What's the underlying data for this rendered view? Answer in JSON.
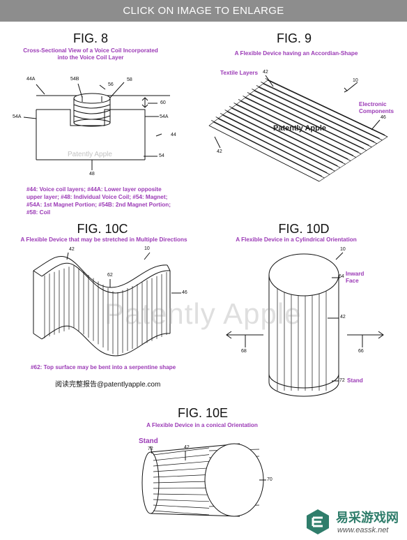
{
  "banner": "CLICK ON IMAGE TO ENLARGE",
  "fig8": {
    "title": "FIG. 8",
    "caption_line1": "Cross-Sectional View of a Voice Coil Incorporated",
    "caption_line2": "into the Voice Coil Layer",
    "labels": {
      "l44a_top": "44A",
      "l54b": "54B",
      "l56": "56",
      "l58": "58",
      "l60": "60",
      "l54a_left": "54A",
      "l54a_right": "54A",
      "l44": "44",
      "l54": "54",
      "l48": "48"
    },
    "watermark": "Patently Apple",
    "notes": [
      "#44: Voice coil layers; #44A: Lower layer opposite",
      "upper layer; #48: Individual Voice Coil; #54: Magnet;",
      "#54A: 1st Magnet Portion; #54B: 2nd Magnet Portion;",
      "#58: Coil"
    ]
  },
  "fig9": {
    "title": "FIG. 9",
    "caption": "A Flexible Device having an Accordian-Shape",
    "textile": "Textile Layers",
    "electronic_line1": "Electronic",
    "electronic_line2": "Components",
    "labels": {
      "l42_top": "42",
      "l10": "10",
      "l46": "46",
      "l42_bottom": "42"
    },
    "watermark": "Patently Apple"
  },
  "fig10c": {
    "title": "FIG. 10C",
    "caption": "A Flexible Device that may be stretched in Multiple Directions",
    "labels": {
      "l42": "42",
      "l10": "10",
      "l62": "62",
      "l46": "46"
    },
    "note": "#62: Top surface may be bent into a serpentine shape",
    "report": "阅读完整报告@patentlyapple.com"
  },
  "fig10d": {
    "title": "FIG. 10D",
    "caption": "A Flexible Device in a Cylindrical Orientation",
    "labels": {
      "l10": "10",
      "l64": "64",
      "l42": "42",
      "l68": "68",
      "l66": "66",
      "l72": "72"
    },
    "inward_line1": "Inward",
    "inward_line2": "Face",
    "stand": "Stand"
  },
  "fig10e": {
    "title": "FIG. 10E",
    "caption": "A Flexible Device in a conical Orientation",
    "stand": "Stand",
    "labels": {
      "l72": "72",
      "l42": "42",
      "l70": "70"
    }
  },
  "center_watermark": "Patently Apple",
  "logo": {
    "cn": "易采游戏网",
    "url": "www.eassk.net"
  }
}
